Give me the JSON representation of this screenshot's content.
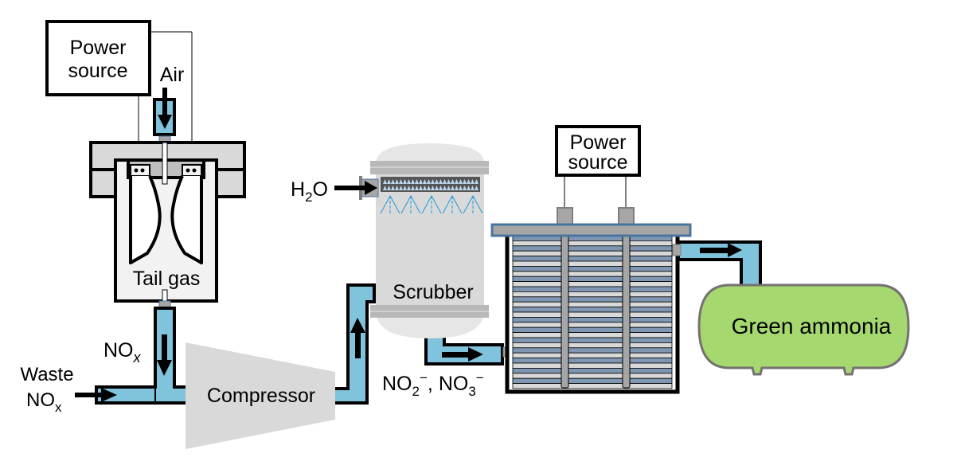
{
  "diagram": {
    "title": "Green ammonia production from waste NOx",
    "colors": {
      "pipe": "#7FC4DC",
      "equipment_gray": "#D9D9D9",
      "reactor_light": "#F2F2F2",
      "electrode_blue": "#7F96B2",
      "lid_border": "#4A74A0",
      "spray_blue": "#1E9BD7",
      "ammonia_green": "#A6D870",
      "tank_outline": "#767171"
    },
    "plasma_reactor": {
      "power_source": {
        "line1": "Power",
        "line2": "source"
      },
      "air_label": "Air",
      "tail_gas_label": "Tail gas"
    },
    "inlets": {
      "nox_label": "NO",
      "nox_sub": "x",
      "waste_line1": "Waste",
      "waste_nox": "NO",
      "waste_nox_sub": "x"
    },
    "compressor": {
      "label": "Compressor"
    },
    "scrubber": {
      "label": "Scrubber",
      "water_label": "H",
      "water_sub": "2",
      "water_tail": "O"
    },
    "outlet_ions": {
      "a": "NO",
      "a_sub": "2",
      "a_sup": "−",
      "sep": ", ",
      "b": "NO",
      "b_sub": "3",
      "b_sup": "−"
    },
    "electrolyzer": {
      "power_source": {
        "line1": "Power",
        "line2": "source"
      }
    },
    "product": {
      "label": "Green ammonia"
    }
  }
}
